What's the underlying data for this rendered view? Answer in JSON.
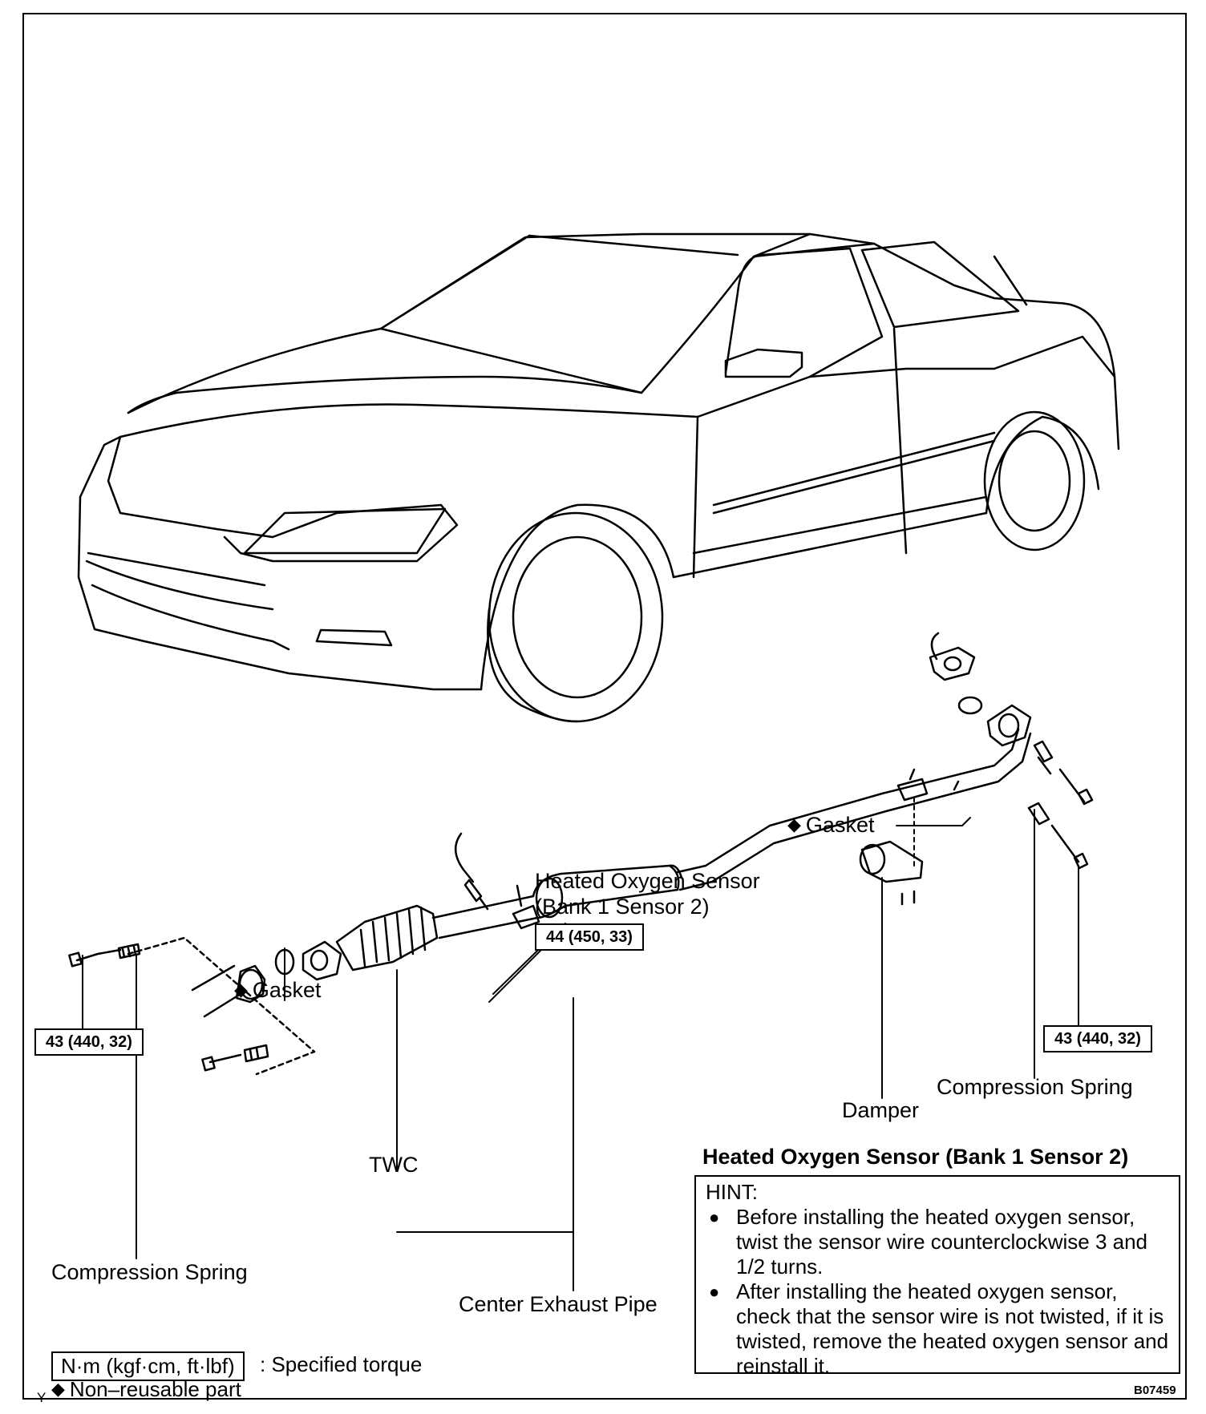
{
  "labels": {
    "heated_sensor_line1": "Heated Oxygen Sensor",
    "heated_sensor_line2": "(Bank 1 Sensor 2)",
    "gasket_top": "Gasket",
    "gasket_left": "Gasket",
    "twc": "TWC",
    "center_exhaust_pipe": "Center Exhaust Pipe",
    "compression_spring_left": "Compression Spring",
    "compression_spring_right": "Compression Spring",
    "damper": "Damper"
  },
  "torques": {
    "sensor": "44 (450, 33)",
    "left_bolt": "43 (440, 32)",
    "right_bolt": "43 (440, 32)"
  },
  "hint": {
    "title": "Heated Oxygen Sensor (Bank 1 Sensor 2)",
    "heading": "HINT:",
    "items": [
      "Before installing the heated oxygen sensor, twist the sensor wire counterclockwise 3 and 1/2 turns.",
      "After installing the heated oxygen sensor, check that the sensor wire is not twisted, if it is twisted, remove the heated oxygen sensor and reinstall it."
    ]
  },
  "legend": {
    "torque_unit": "N·m (kgf·cm, ft·lbf)",
    "torque_desc": ": Specified torque",
    "nonreusable": "Non–reusable part"
  },
  "corner": {
    "left_mark": "Y",
    "code": "B07459"
  },
  "icons": {
    "nonreusable_marker": "diamond-icon"
  }
}
